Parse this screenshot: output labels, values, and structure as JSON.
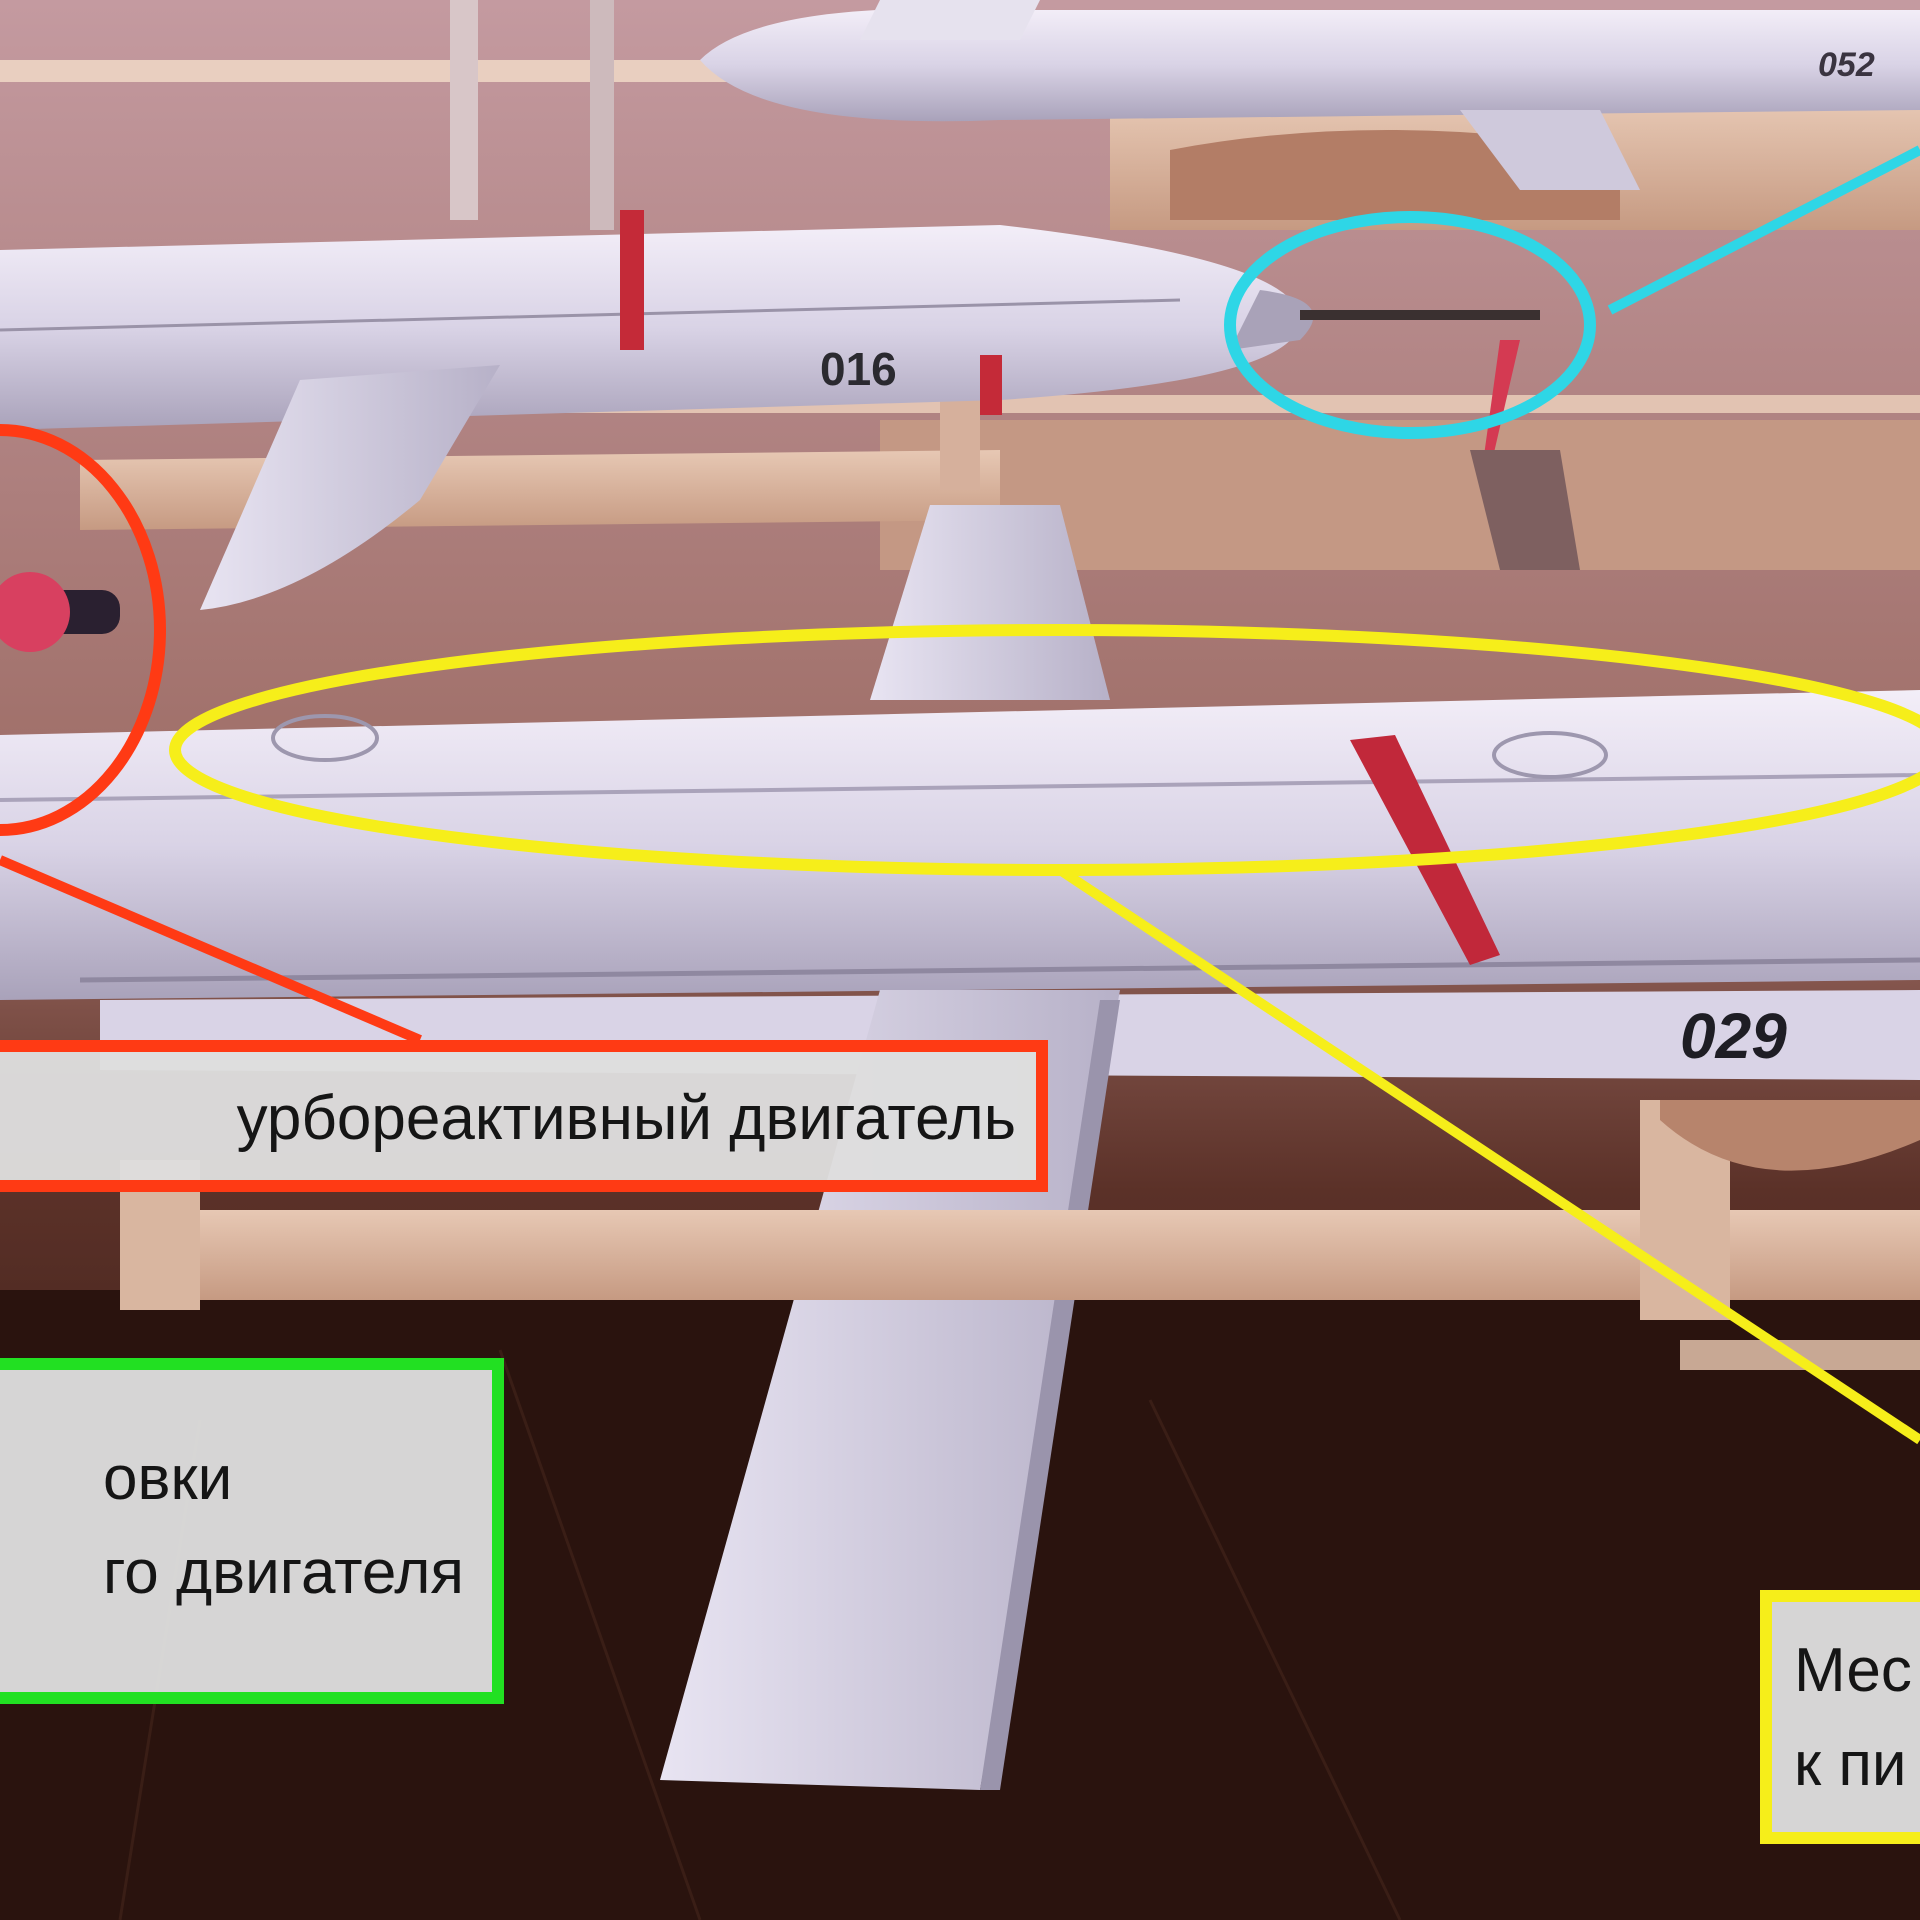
{
  "labels": {
    "airframe_numbers": [
      "052",
      "016",
      "029"
    ]
  },
  "callouts": {
    "engine": {
      "text": "урбореактивный двигатель",
      "border_color": "#ff3a14"
    },
    "engine_mount": {
      "text": "овки\nго двигателя",
      "border_color": "#22e022"
    },
    "suspension_points": {
      "text": "Мес\nк пи",
      "border_color": "#f6ee1a"
    }
  },
  "highlights": {
    "engine_circle_color": "#ff3a14",
    "fairing_circle_color": "#2ed6e6",
    "hardpoint_ellipse_color": "#f6ee1a"
  }
}
